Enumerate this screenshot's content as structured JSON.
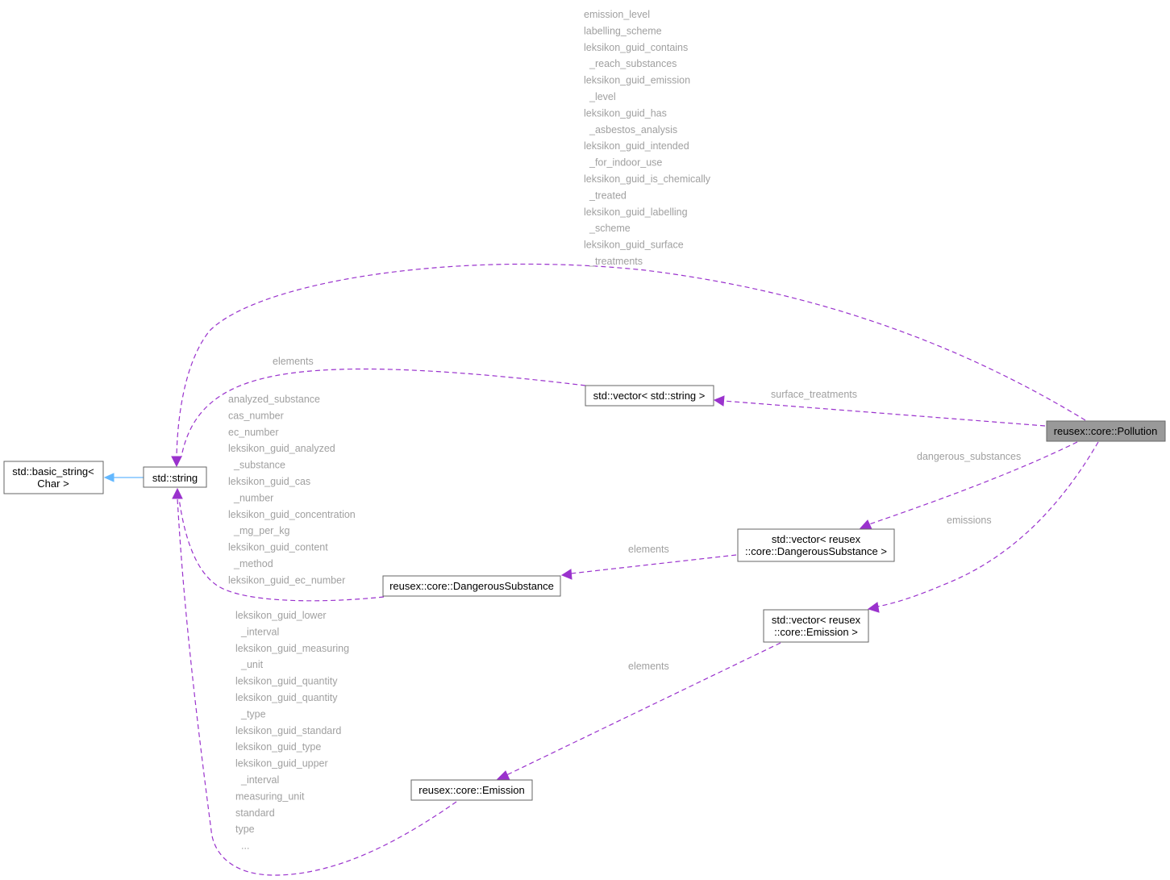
{
  "nodes": {
    "pollution": {
      "lines": [
        "reusex::core::Pollution"
      ]
    },
    "string": {
      "lines": [
        "std::string"
      ]
    },
    "basic_string": {
      "lines": [
        "std::basic_string<",
        "Char >"
      ]
    },
    "vec_string": {
      "lines": [
        "std::vector< std::string >"
      ]
    },
    "vec_dangerous": {
      "lines": [
        "std::vector< reusex",
        "::core::DangerousSubstance >"
      ]
    },
    "dangerous": {
      "lines": [
        "reusex::core::DangerousSubstance"
      ]
    },
    "vec_emission": {
      "lines": [
        "std::vector< reusex",
        "::core::Emission >"
      ]
    },
    "emission": {
      "lines": [
        "reusex::core::Emission"
      ]
    }
  },
  "edge_labels": {
    "pollution_string": [
      "emission_level",
      "labelling_scheme",
      "leksikon_guid_contains",
      "_reach_substances",
      "leksikon_guid_emission",
      "_level",
      "leksikon_guid_has",
      "_asbestos_analysis",
      "leksikon_guid_intended",
      "_for_indoor_use",
      "leksikon_guid_is_chemically",
      "_treated",
      "leksikon_guid_labelling",
      "_scheme",
      "leksikon_guid_surface",
      "_treatments"
    ],
    "vec_string_elements": [
      "elements"
    ],
    "surface_treatments": [
      "surface_treatments"
    ],
    "dangerous_substances": [
      "dangerous_substances"
    ],
    "emissions": [
      "emissions"
    ],
    "vec_dangerous_elements": [
      "elements"
    ],
    "vec_emission_elements": [
      "elements"
    ],
    "dangerous_string": [
      "analyzed_substance",
      "cas_number",
      "ec_number",
      "leksikon_guid_analyzed",
      "_substance",
      "leksikon_guid_cas",
      "_number",
      "leksikon_guid_concentration",
      "_mg_per_kg",
      "leksikon_guid_content",
      "_method",
      "leksikon_guid_ec_number"
    ],
    "emission_string": [
      "leksikon_guid_lower",
      "_interval",
      "leksikon_guid_measuring",
      "_unit",
      "leksikon_guid_quantity",
      "leksikon_guid_quantity",
      "_type",
      "leksikon_guid_standard",
      "leksikon_guid_type",
      "leksikon_guid_upper",
      "_interval",
      "measuring_unit",
      "standard",
      "type",
      "..."
    ]
  },
  "colors": {
    "member_edge": "#9a32cd",
    "inherit_edge": "#63b8ff",
    "label_text": "#a0a0a0",
    "highlight_fill": "#999999"
  }
}
